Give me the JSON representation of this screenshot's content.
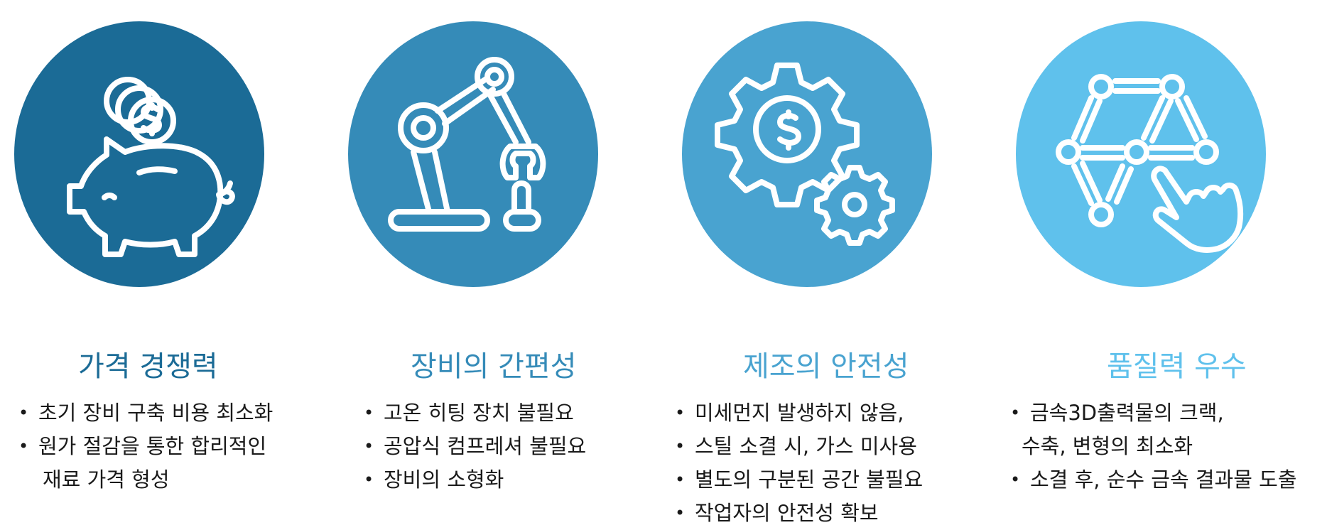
{
  "features": [
    {
      "icon": "piggy-bank-coins-icon",
      "color": "#1b6b96",
      "title": "가격 경쟁력",
      "bullets": [
        {
          "lines": [
            "초기 장비 구축 비용 최소화"
          ]
        },
        {
          "lines": [
            "원가 절감을 통한 합리적인",
            "재료 가격 형성"
          ]
        }
      ]
    },
    {
      "icon": "robot-arm-icon",
      "color": "#358bb8",
      "title": "장비의 간편성",
      "bullets": [
        {
          "lines": [
            "고온 히팅 장치 불필요"
          ]
        },
        {
          "lines": [
            "공압식 컴프레셔 불필요"
          ]
        },
        {
          "lines": [
            "장비의 소형화"
          ]
        }
      ]
    },
    {
      "icon": "gears-dollar-icon",
      "color": "#49a3d0",
      "title": "제조의 안전성",
      "bullets": [
        {
          "lines": [
            "미세먼지 발생하지 않음,"
          ]
        },
        {
          "lines": [
            "스틸 소결 시, 가스 미사용"
          ]
        },
        {
          "lines": [
            "별도의 구분된 공간 불필요"
          ]
        },
        {
          "lines": [
            "작업자의 안전성 확보"
          ]
        }
      ]
    },
    {
      "icon": "network-touch-icon",
      "color": "#5fc1ec",
      "title": "품질력 우수",
      "bullets": [
        {
          "lines": [
            "금속3D출력물의 크랙,",
            "수축, 변형의 최소화"
          ]
        },
        {
          "lines": [
            "소결 후, 순수 금속 결과물 도출"
          ]
        }
      ]
    }
  ]
}
